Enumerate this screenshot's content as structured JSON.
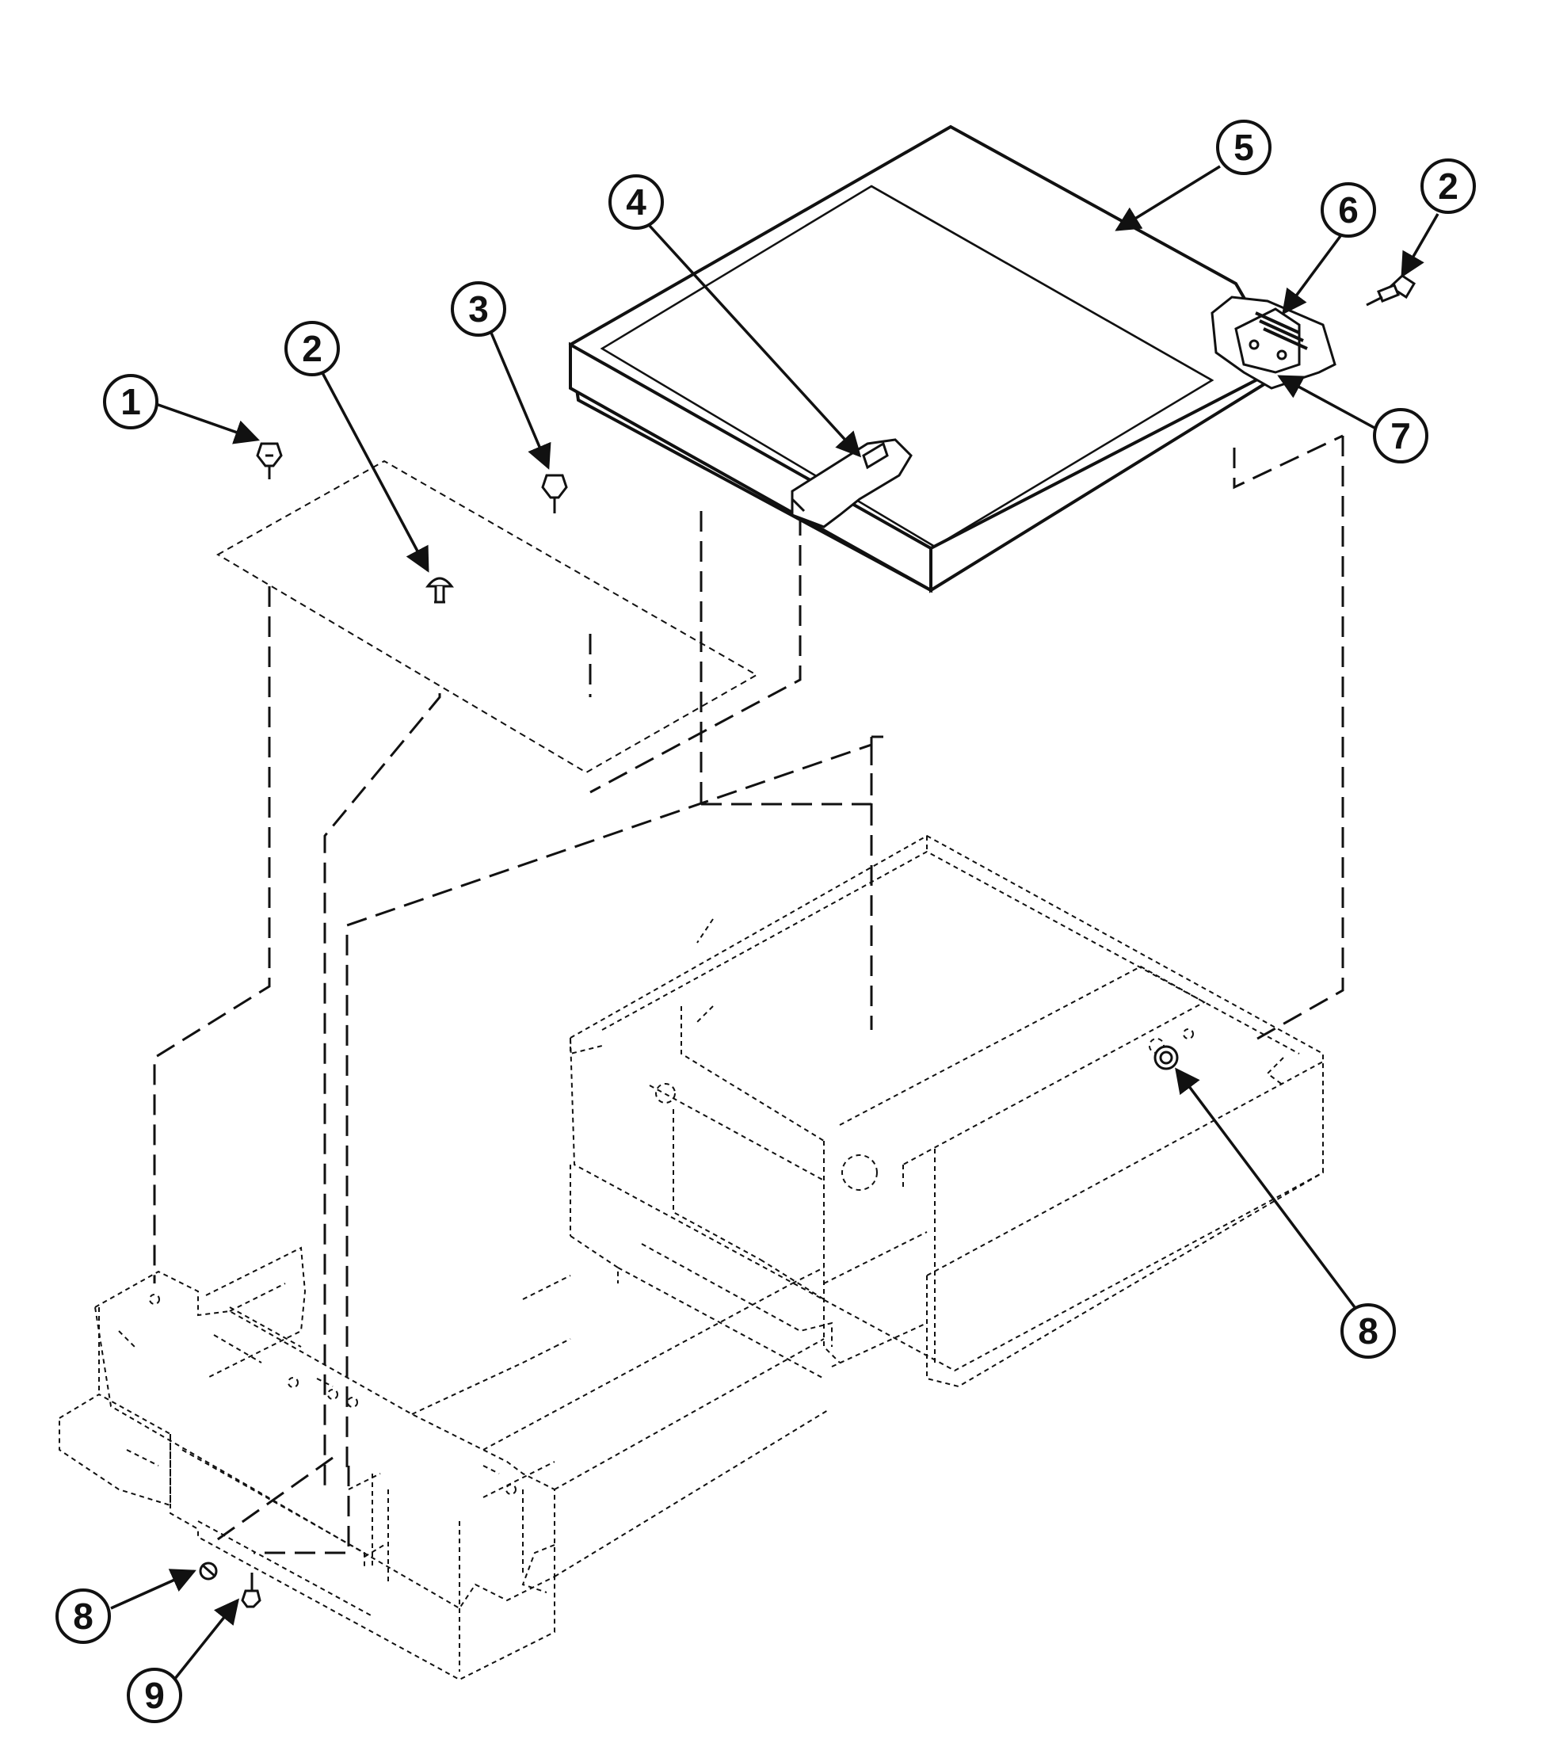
{
  "diagram": {
    "ink_color": "#111111",
    "background": "#ffffff",
    "callouts": [
      {
        "id": "c1",
        "label": "1",
        "target": "screw"
      },
      {
        "id": "c2a",
        "label": "2",
        "target": "plug-button"
      },
      {
        "id": "c2b",
        "label": "2",
        "target": "screw"
      },
      {
        "id": "c3",
        "label": "3",
        "target": "screw"
      },
      {
        "id": "c4",
        "label": "4",
        "target": "lid-latch"
      },
      {
        "id": "c5",
        "label": "5",
        "target": "lid"
      },
      {
        "id": "c6",
        "label": "6",
        "target": "hinge"
      },
      {
        "id": "c7",
        "label": "7",
        "target": "hinge-bracket"
      },
      {
        "id": "c8a",
        "label": "8",
        "target": "nut"
      },
      {
        "id": "c8b",
        "label": "8",
        "target": "nut"
      },
      {
        "id": "c9",
        "label": "9",
        "target": "screw"
      }
    ]
  }
}
